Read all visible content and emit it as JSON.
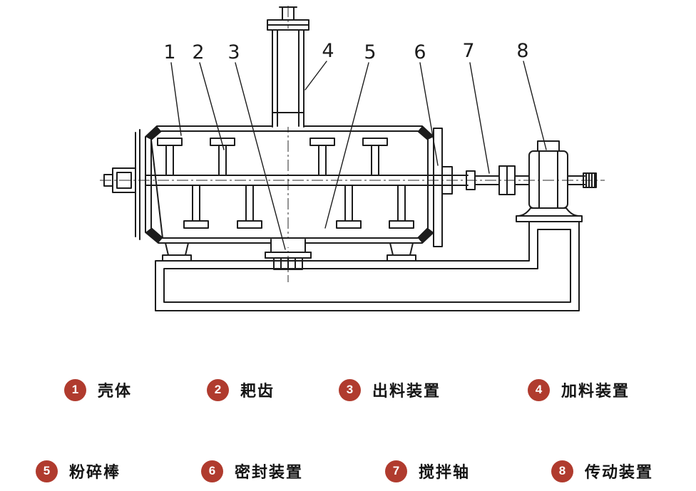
{
  "diagram": {
    "callouts": [
      {
        "num": "1"
      },
      {
        "num": "2"
      },
      {
        "num": "3"
      },
      {
        "num": "4"
      },
      {
        "num": "5"
      },
      {
        "num": "6"
      },
      {
        "num": "7"
      },
      {
        "num": "8"
      }
    ]
  },
  "legend": {
    "badge_color": "#b03b2e",
    "items": [
      {
        "num": "1",
        "label": "壳体"
      },
      {
        "num": "2",
        "label": "耙齿"
      },
      {
        "num": "3",
        "label": "出料装置"
      },
      {
        "num": "4",
        "label": "加料装置"
      },
      {
        "num": "5",
        "label": "粉碎棒"
      },
      {
        "num": "6",
        "label": "密封装置"
      },
      {
        "num": "7",
        "label": "搅拌轴"
      },
      {
        "num": "8",
        "label": "传动装置"
      }
    ]
  }
}
